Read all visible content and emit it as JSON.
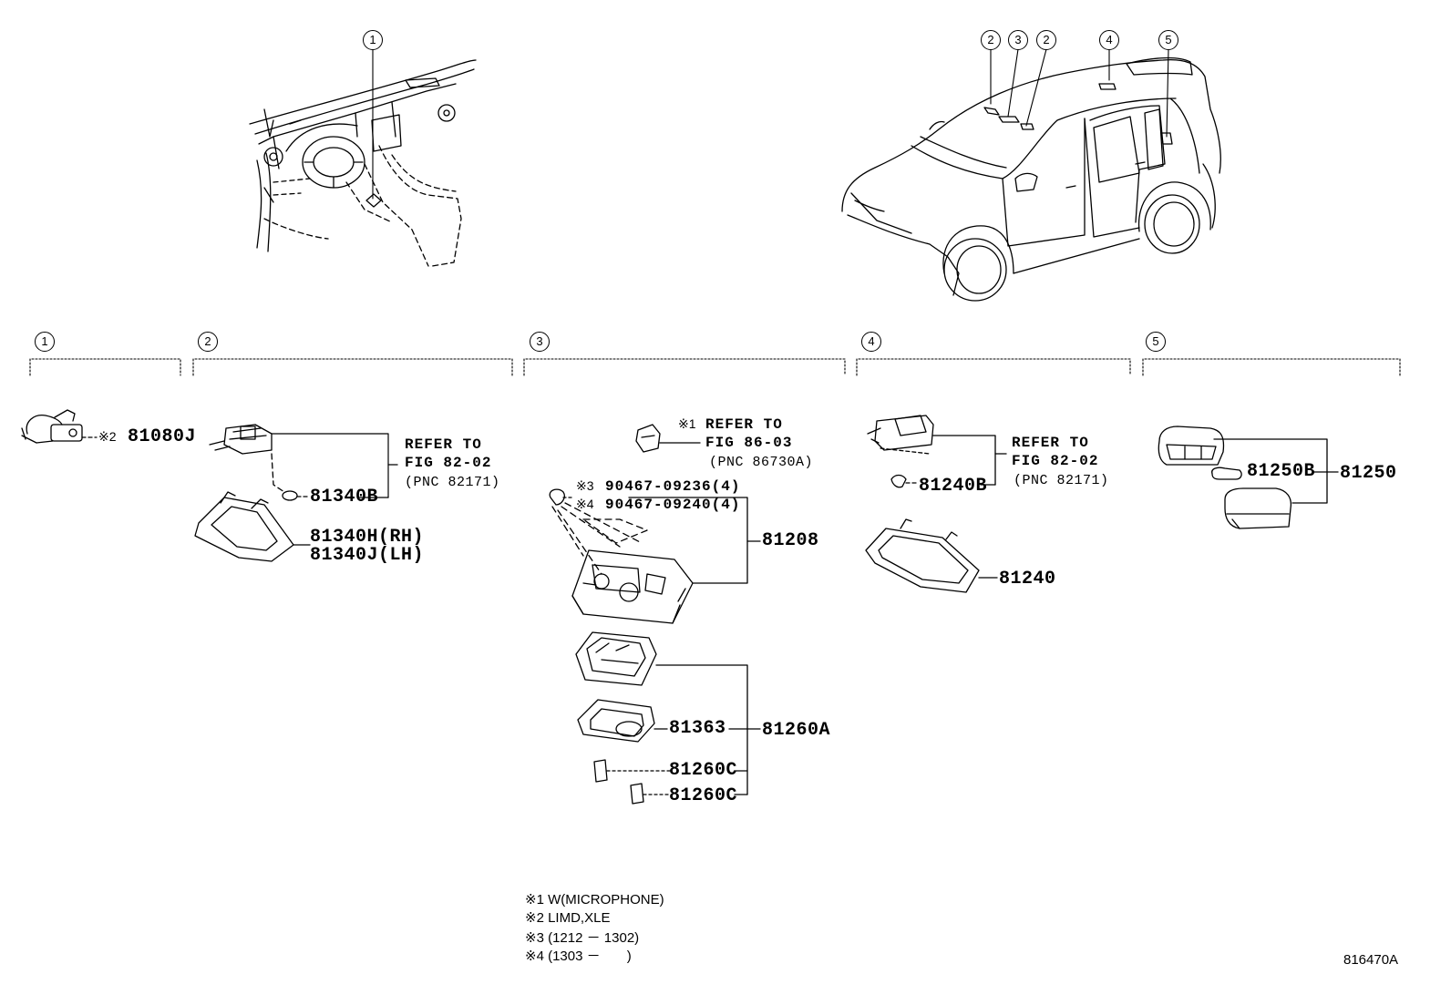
{
  "callouts_top": {
    "dash_item": "1",
    "car_items": [
      "2",
      "3",
      "2",
      "4",
      "5"
    ]
  },
  "sections": [
    "1",
    "2",
    "3",
    "4",
    "5"
  ],
  "sec1": {
    "mark": "※2",
    "part": "81080J"
  },
  "sec2": {
    "part_bulb": "81340B",
    "part_rh": "81340H(RH)",
    "part_lh": "81340J(LH)",
    "refer_line1": "REFER TO",
    "refer_line2": "FIG 82-02",
    "refer_line3": "(PNC 82171)"
  },
  "sec3": {
    "refer_mark": "※1",
    "refer_line1": "REFER TO",
    "refer_line2": "FIG 86-03",
    "refer_line3": "(PNC 86730A)",
    "screw_mark_1": "※3",
    "screw_part_1": "90467-09236(4)",
    "screw_mark_2": "※4",
    "screw_part_2": "90467-09240(4)",
    "part_assy": "81208",
    "part_lens": "81363",
    "part_lamp": "81260A",
    "part_bulb_1": "81260C",
    "part_bulb_2": "81260C"
  },
  "sec4": {
    "part_bulb": "81240B",
    "part_lamp": "81240",
    "refer_line1": "REFER TO",
    "refer_line2": "FIG 82-02",
    "refer_line3": "(PNC 82171)"
  },
  "sec5": {
    "part_bulb": "81250B",
    "part_lamp": "81250"
  },
  "notes": [
    {
      "mark": "※1",
      "text": "W(MICROPHONE)"
    },
    {
      "mark": "※2",
      "text": "LIMD,XLE"
    },
    {
      "mark": "※3",
      "text": "(1212 － 1302)"
    },
    {
      "mark": "※4",
      "text": "(1303 －       )"
    }
  ],
  "figure_code": "816470A"
}
